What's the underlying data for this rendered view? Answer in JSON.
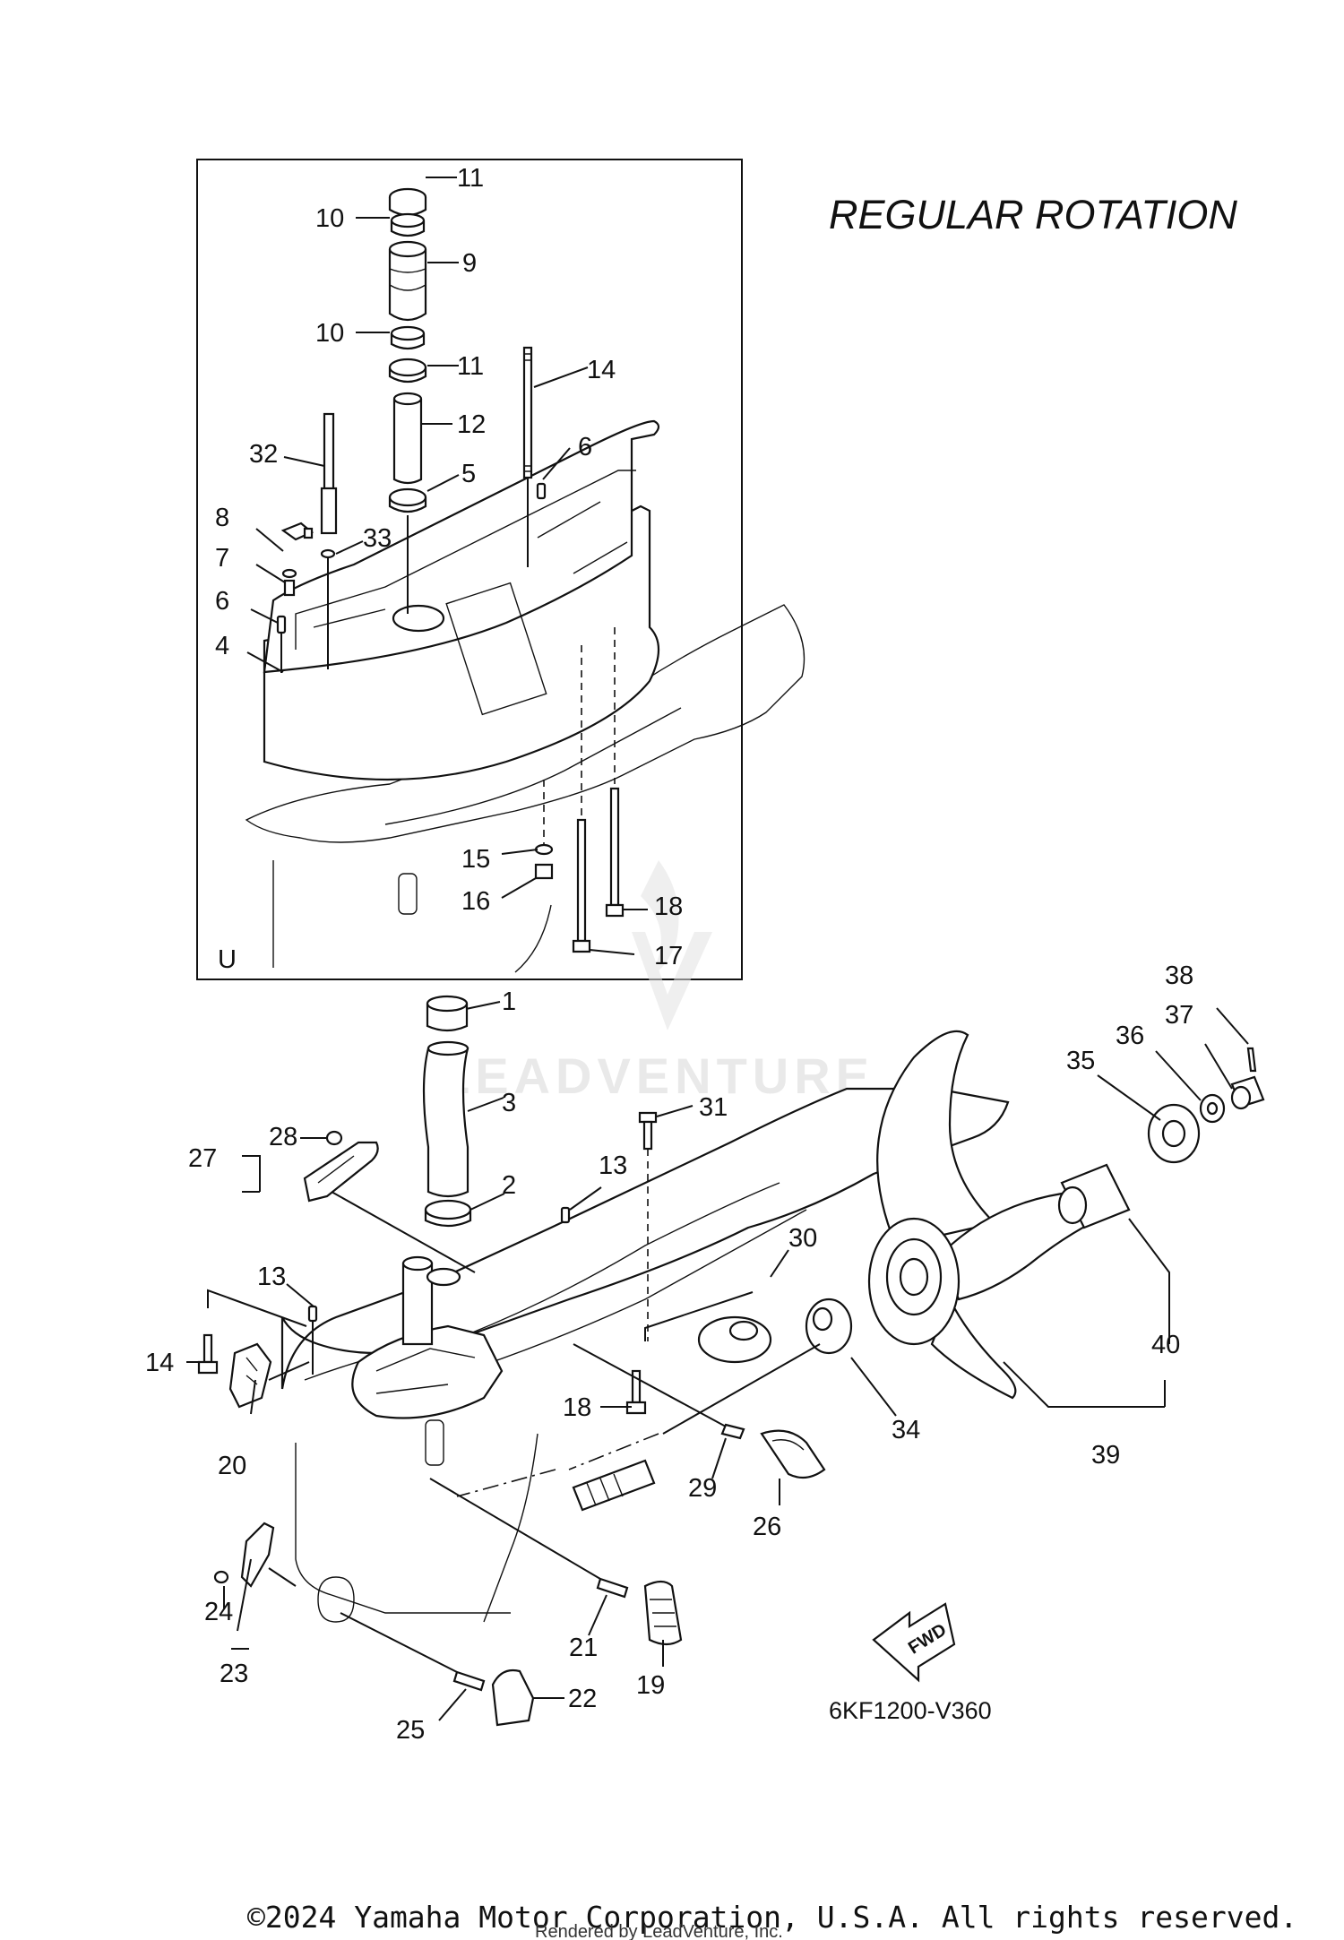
{
  "title": "REGULAR ROTATION",
  "diagram_code": "6KF1200-V360",
  "fwd_label": "FWD",
  "inset_label": "U",
  "watermark": "LEADVENTURE",
  "copyright": "©2024 Yamaha Motor Corporation, U.S.A. All rights reserved.",
  "rendered_by": "Rendered by LeadVenture, Inc.",
  "callouts": {
    "c1": "1",
    "c2": "2",
    "c3": "3",
    "c4": "4",
    "c5": "5",
    "c6a": "6",
    "c6b": "6",
    "c7": "7",
    "c8": "8",
    "c9": "9",
    "c10a": "10",
    "c10b": "10",
    "c11a": "11",
    "c11b": "11",
    "c12": "12",
    "c13a": "13",
    "c13b": "13",
    "c14a": "14",
    "c14b": "14",
    "c15": "15",
    "c16": "16",
    "c17": "17",
    "c18a": "18",
    "c18b": "18",
    "c19": "19",
    "c20": "20",
    "c21": "21",
    "c22": "22",
    "c23": "23",
    "c24": "24",
    "c25": "25",
    "c26": "26",
    "c27": "27",
    "c28": "28",
    "c29": "29",
    "c30": "30",
    "c31": "31",
    "c32": "32",
    "c33": "33",
    "c34": "34",
    "c35": "35",
    "c36": "36",
    "c37": "37",
    "c38": "38",
    "c39": "39",
    "c40": "40"
  }
}
